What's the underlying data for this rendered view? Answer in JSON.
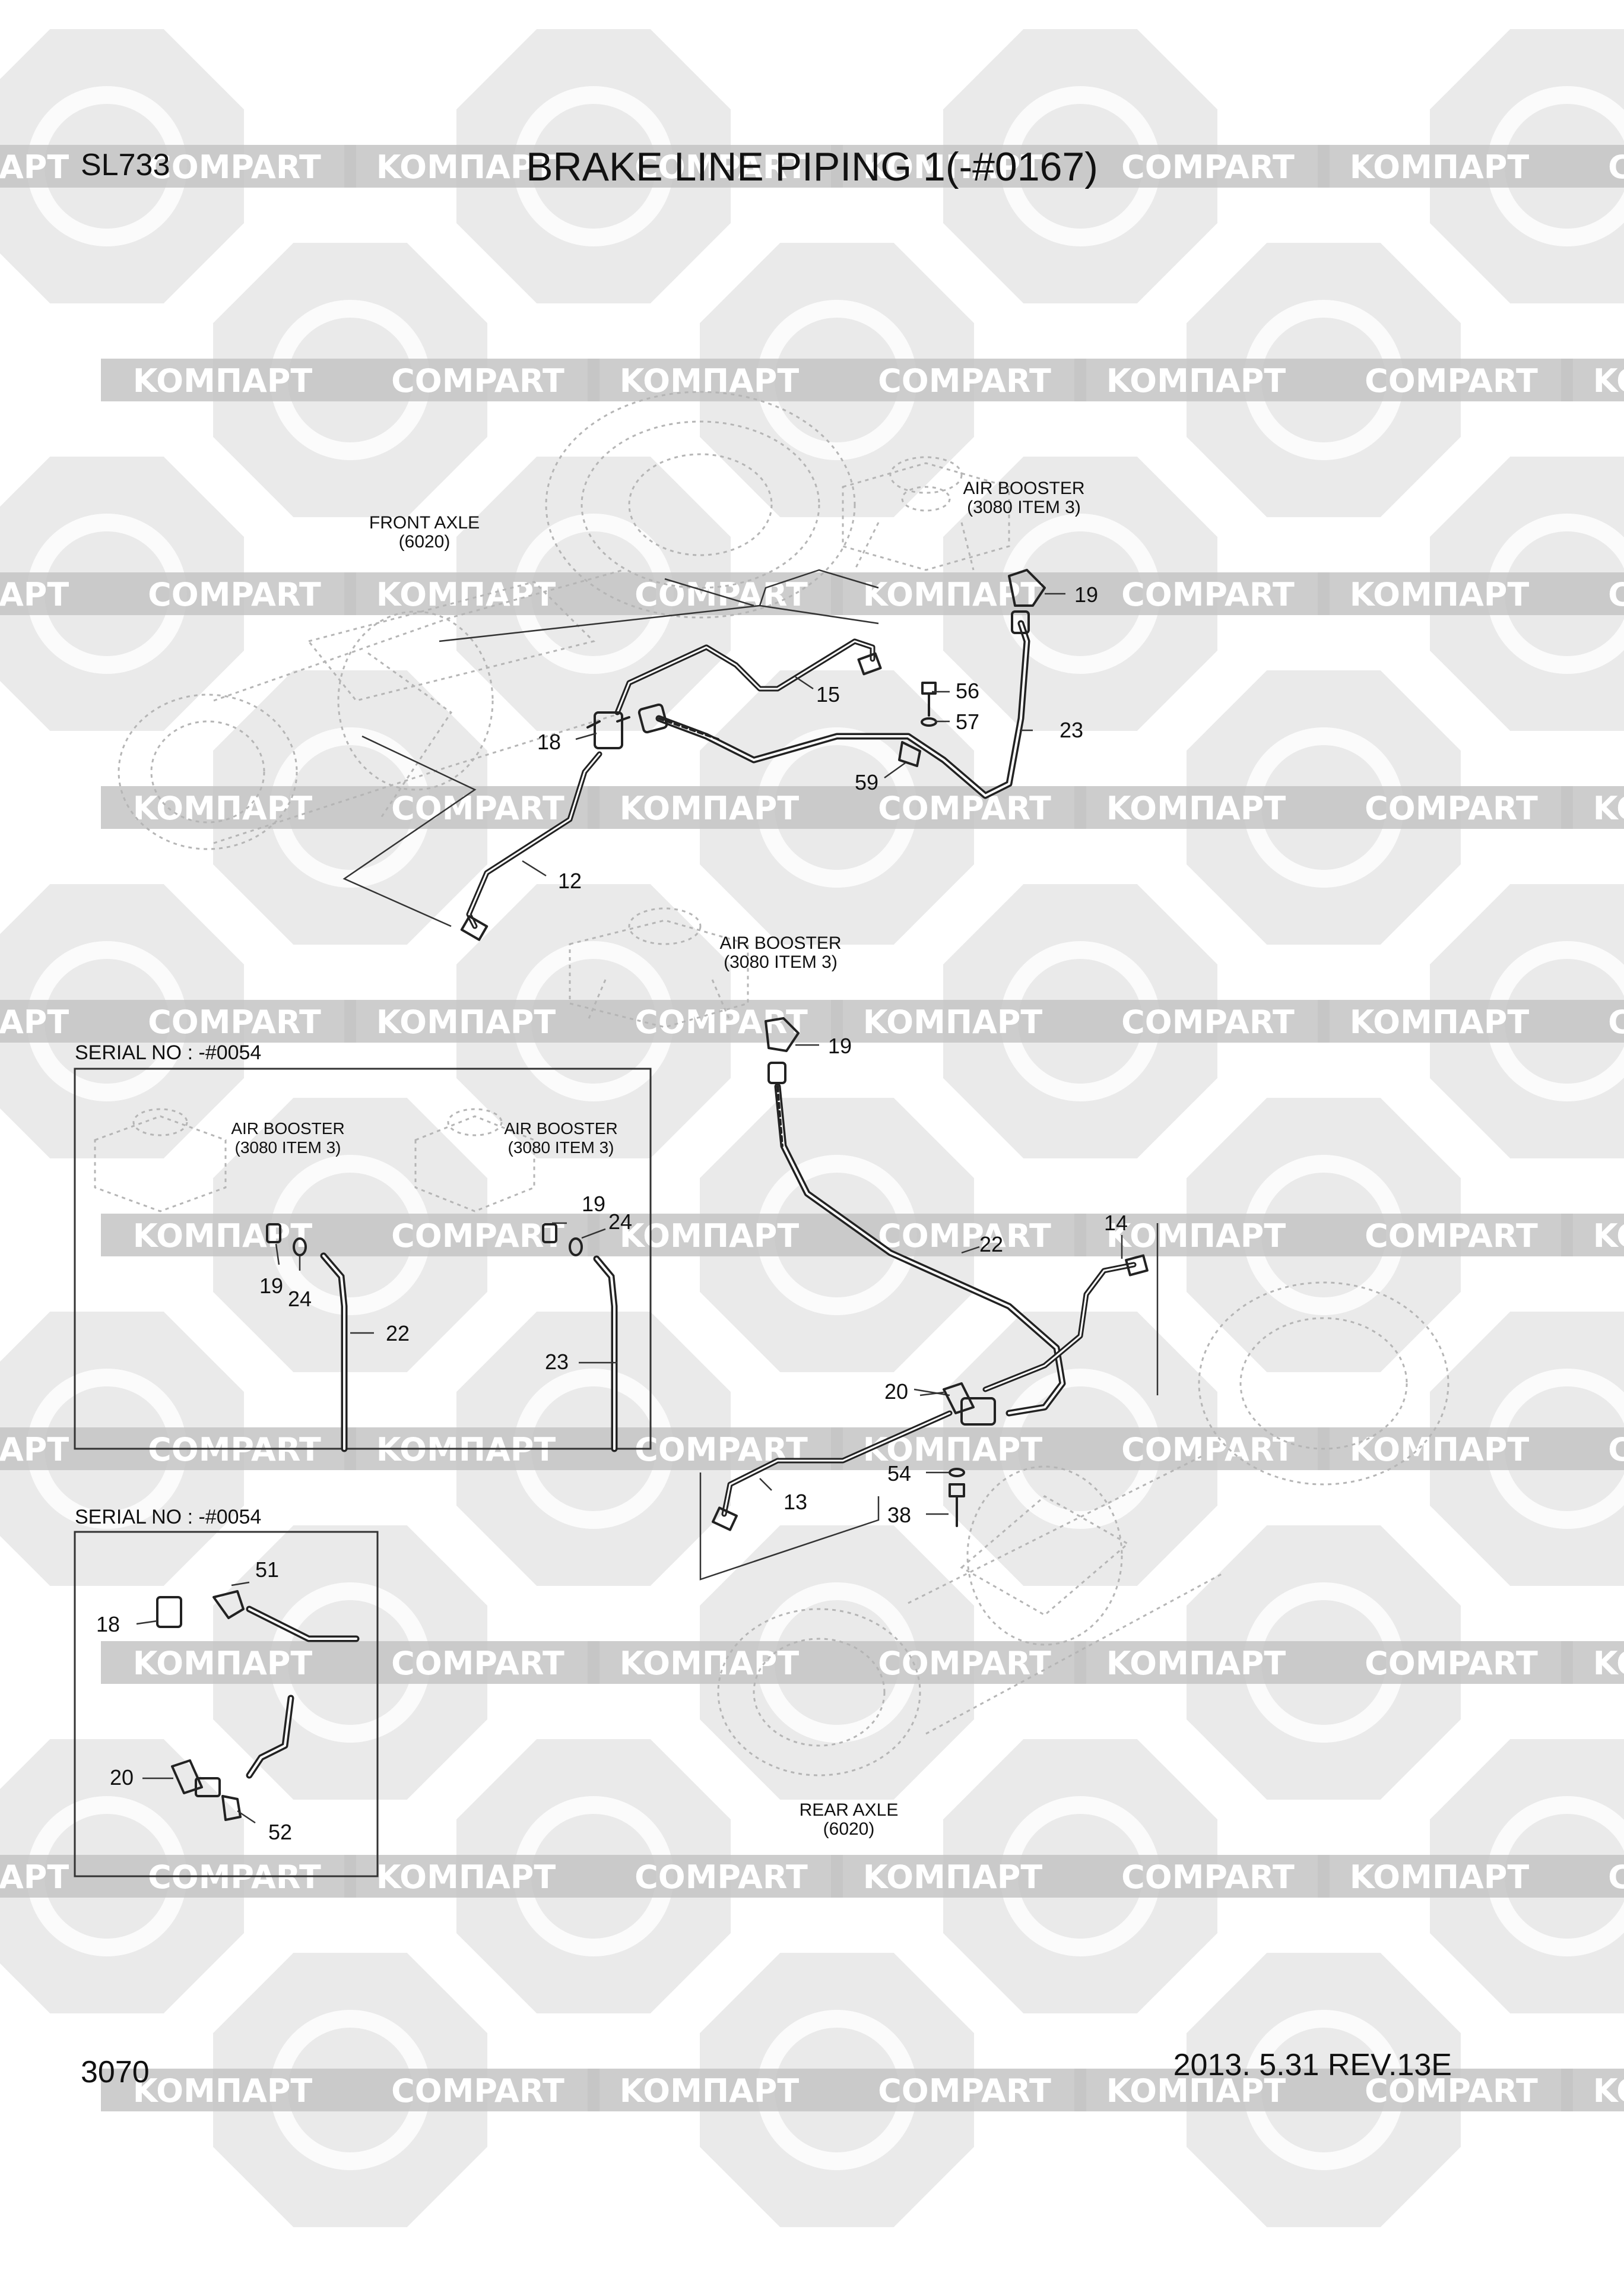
{
  "header": {
    "model_code": "SL733",
    "title": "BRAKE LINE PIPING 1(-#0167)"
  },
  "footer": {
    "page_number": "3070",
    "revision": "2013. 5.31  REV.13E"
  },
  "watermark": {
    "brand_a": "KOMПАРТ",
    "brand_b": "COMPART",
    "color": "#c4c4c4"
  },
  "colors": {
    "line": "#222222",
    "ghost": "#b5b5b5",
    "frame": "#333333"
  },
  "labels": {
    "front_axle": "FRONT AXLE",
    "front_axle_ref": "(6020)",
    "air_booster_top": "AIR BOOSTER",
    "air_booster_top_ref": "(3080 ITEM 3)",
    "air_booster_mid": "AIR BOOSTER",
    "air_booster_mid_ref": "(3080 ITEM 3)",
    "rear_axle": "REAR AXLE",
    "rear_axle_ref": "(6020)"
  },
  "main_callouts": {
    "p19_top": "19",
    "p56": "56",
    "p57": "57",
    "p23": "23",
    "p15": "15",
    "p18": "18",
    "p59": "59",
    "p12": "12",
    "p19_mid": "19",
    "p22": "22",
    "p14": "14",
    "p20": "20",
    "p54": "54",
    "p38": "38",
    "p13": "13"
  },
  "inset1": {
    "serial": "SERIAL NO : -#0054",
    "booster_left": "AIR BOOSTER",
    "booster_left_ref": "(3080 ITEM 3)",
    "booster_right": "AIR BOOSTER",
    "booster_right_ref": "(3080 ITEM 3)",
    "c19a": "19",
    "c24a": "24",
    "c22": "22",
    "c19b": "19",
    "c24b": "24",
    "c23": "23"
  },
  "inset2": {
    "serial": "SERIAL NO : -#0054",
    "c51": "51",
    "c18": "18",
    "c20": "20",
    "c52": "52"
  }
}
